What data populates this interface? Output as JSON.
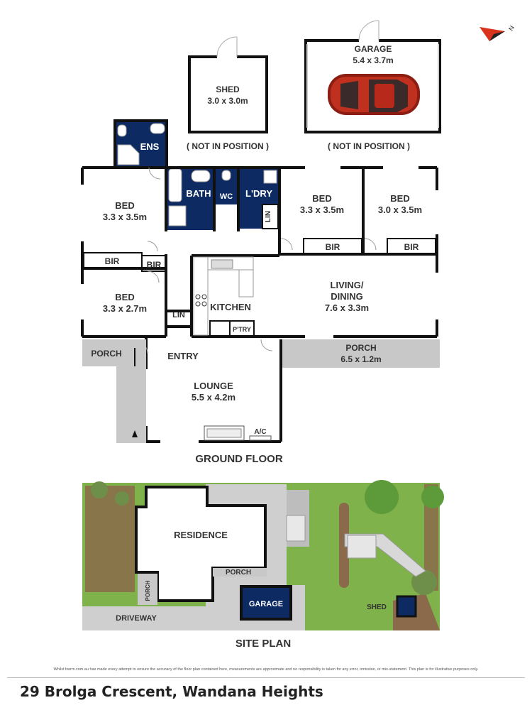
{
  "floor_plan": {
    "title": "GROUND FLOOR",
    "rooms": {
      "shed": {
        "name": "SHED",
        "dims": "3.0 x 3.0m",
        "note": "( NOT IN POSITION )"
      },
      "garage": {
        "name": "GARAGE",
        "dims": "5.4 x 3.7m",
        "note": "( NOT IN POSITION )"
      },
      "ens": "ENS",
      "bath": "BATH",
      "wc": "WC",
      "laundry": "L'DRY",
      "lin1": "LIN",
      "lin2": "LIN",
      "bed1": {
        "name": "BED",
        "dims": "3.3 x 3.5m"
      },
      "bed2": {
        "name": "BED",
        "dims": "3.3 x 3.5m"
      },
      "bed3": {
        "name": "BED",
        "dims": "3.0 x 3.5m"
      },
      "bed4": {
        "name": "BED",
        "dims": "3.3 x 2.7m"
      },
      "bir1": "BIR",
      "bir2": "BIR",
      "bir3": "BIR",
      "bir4": "BIR",
      "kitchen": "KITCHEN",
      "pantry": "P'TRY",
      "living": {
        "name": "LIVING/",
        "name2": "DINING",
        "dims": "7.6 x 3.3m"
      },
      "porch_side": {
        "name": "PORCH",
        "dims": "6.5 x 1.2m"
      },
      "porch_front": "PORCH",
      "entry": "ENTRY",
      "lounge": {
        "name": "LOUNGE",
        "dims": "5.5 x 4.2m"
      },
      "ac": "A/C"
    }
  },
  "site_plan": {
    "title": "SITE PLAN",
    "residence": "RESIDENCE",
    "porch": "PORCH",
    "porch_vertical": "PORCH",
    "garage": "GARAGE",
    "driveway": "DRIVEWAY",
    "shed": "SHED"
  },
  "compass": {
    "label": "N"
  },
  "disclaimer": "Whilst bwrm.com.au has made every attempt to ensure the accuracy of the floor plan contained here, measurements are approximate and no responsibility is taken for any error, omission, or mis-statement. This plan is for illustrative purposes only.",
  "address": "29 Brolga Crescent, Wandana Heights",
  "colors": {
    "wall": "#111111",
    "wet_area": "#0d2a63",
    "porch": "#c8c8c8",
    "grass": "#7fb24a",
    "path": "#cfcfcf"
  }
}
